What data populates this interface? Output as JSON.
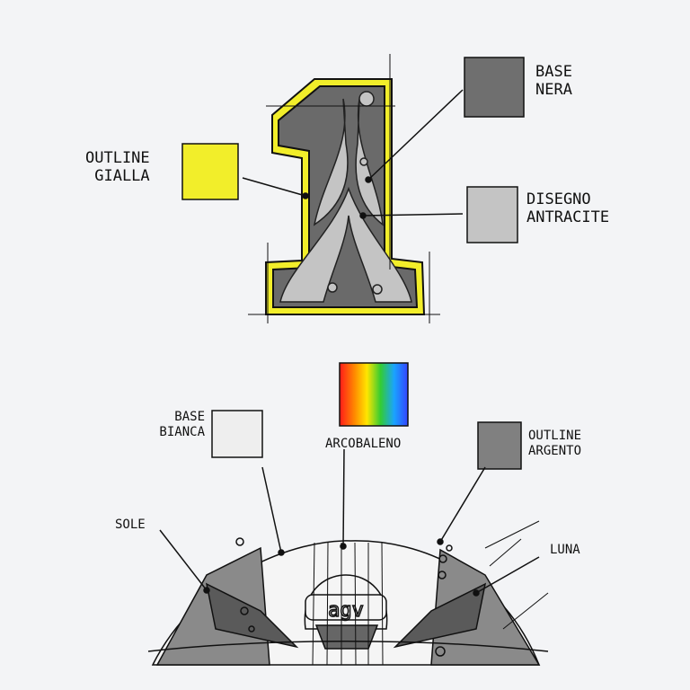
{
  "number_section": {
    "digit": "1",
    "labels": {
      "outline_gialla": [
        "OUTLINE",
        "GIALLA"
      ],
      "base_nera": [
        "BASE",
        "NERA"
      ],
      "disegno_antracite": [
        "DISEGNO",
        "ANTRACITE"
      ]
    },
    "swatches": {
      "outline_gialla": "#f2ee2a",
      "base_nera": "#6f6f6f",
      "disegno_antracite": "#c4c4c4"
    }
  },
  "helmet_section": {
    "logo": "agv",
    "labels": {
      "base_bianca": [
        "BASE",
        "BIANCA"
      ],
      "arcobaleno": "ARCOBALENO",
      "outline_argento": [
        "OUTLINE",
        "ARGENTO"
      ],
      "sole": "SOLE",
      "luna": "LUNA"
    },
    "swatches": {
      "base_bianca": "#eeeeee",
      "outline_argento": "#808080",
      "arcobaleno": [
        "#ff1a1a",
        "#ff8a00",
        "#ffe600",
        "#33cc33",
        "#1aa3ff",
        "#3344ff"
      ]
    }
  }
}
